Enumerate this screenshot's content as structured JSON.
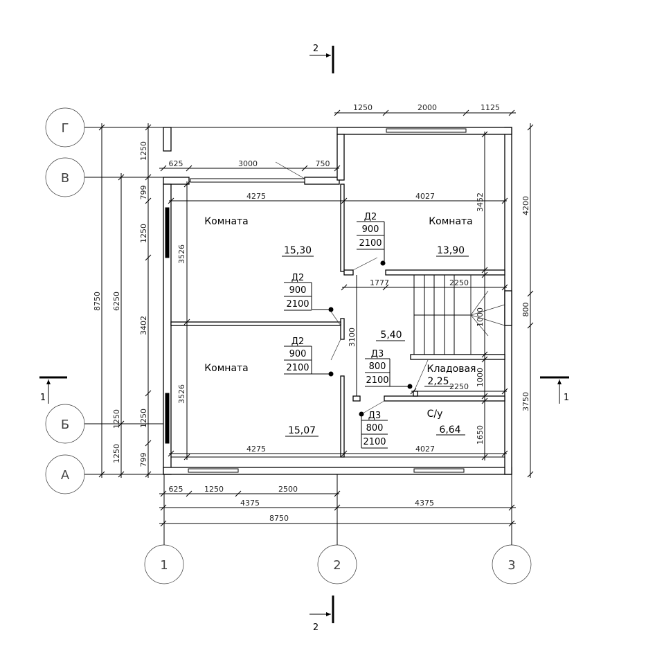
{
  "section_marks": {
    "top": "2",
    "bottom": "2",
    "left": "1",
    "right": "1"
  },
  "axes": {
    "rows": [
      "Г",
      "В",
      "Б",
      "А"
    ],
    "columns": [
      "1",
      "2",
      "3"
    ]
  },
  "rooms": [
    {
      "name": "Комната",
      "area": "15,30"
    },
    {
      "name": "Комната",
      "area": "13,90"
    },
    {
      "name": "Комната",
      "area": "15,07"
    },
    {
      "name": "",
      "area": "5,40"
    },
    {
      "name": "Кладовая",
      "area": "2,25"
    },
    {
      "name": "С/у",
      "area": "6,64"
    }
  ],
  "doors": [
    {
      "type": "Д2",
      "width": "900",
      "height": "2100"
    },
    {
      "type": "Д2",
      "width": "900",
      "height": "2100"
    },
    {
      "type": "Д2",
      "width": "900",
      "height": "2100"
    },
    {
      "type": "Д3",
      "width": "800",
      "height": "2100"
    },
    {
      "type": "Д3",
      "width": "800",
      "height": "2100"
    }
  ],
  "dimensions": {
    "top_right": [
      "1250",
      "2000",
      "1125"
    ],
    "top_left": [
      "625",
      "3000",
      "750"
    ],
    "inner_top": [
      "4275",
      "4027"
    ],
    "inner_bottom": [
      "4275",
      "4027"
    ],
    "bottom_chain": [
      "625",
      "1250",
      "2500"
    ],
    "bottom_halves": [
      "4375",
      "4375"
    ],
    "bottom_total": "8750",
    "left_total": "8750",
    "left_mid": [
      "6250",
      "1250"
    ],
    "left_chain": [
      "1250",
      "799",
      "1250",
      "3402",
      "1250",
      "799"
    ],
    "left_rooms": [
      "3526",
      "3526"
    ],
    "right_outer": [
      "4200",
      "800",
      "3750"
    ],
    "right_inner": [
      "3452",
      "1000",
      "1000",
      "1650"
    ],
    "corridor": [
      "1777",
      "2250",
      "2250",
      "3100"
    ]
  }
}
